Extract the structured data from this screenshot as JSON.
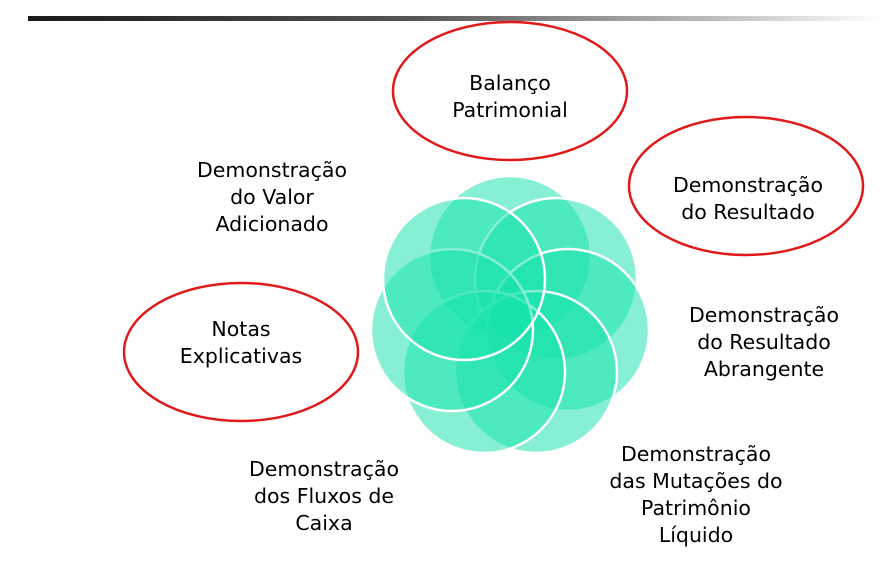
{
  "colors": {
    "petal_fill": "#19e3ac",
    "petal_stroke": "#ffffff",
    "highlight_ring": "#e01a1a",
    "rule_dark": "#1a1a1a"
  },
  "items": [
    {
      "lines": [
        "Balanço",
        "Patrimonial"
      ],
      "highlighted": true
    },
    {
      "lines": [
        "Demonstração",
        "do Resultado"
      ],
      "highlighted": true
    },
    {
      "lines": [
        "Demonstração",
        "do Resultado",
        "Abrangente"
      ],
      "highlighted": false
    },
    {
      "lines": [
        "Demonstração",
        "das Mutações do",
        "Patrimônio",
        "Líquido"
      ],
      "highlighted": false
    },
    {
      "lines": [
        "Demonstração",
        "dos Fluxos de",
        "Caixa"
      ],
      "highlighted": false
    },
    {
      "lines": [
        "Notas",
        "Explicativas"
      ],
      "highlighted": true
    },
    {
      "lines": [
        "Demonstração",
        "do Valor",
        "Adicionado"
      ],
      "highlighted": false
    }
  ]
}
